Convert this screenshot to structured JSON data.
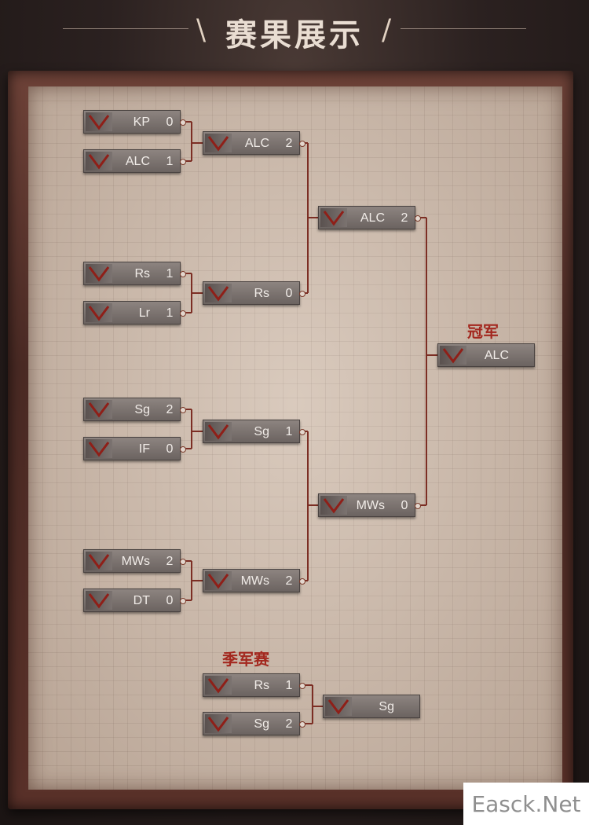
{
  "header": {
    "title": "赛果展示",
    "left_flourish": "\\",
    "right_flourish": "/"
  },
  "labels": {
    "champion": "冠军",
    "third_place": "季军赛"
  },
  "bracket": {
    "round1": [
      {
        "team": "KP",
        "score": "0"
      },
      {
        "team": "ALC",
        "score": "1"
      },
      {
        "team": "Rs",
        "score": "1"
      },
      {
        "team": "Lr",
        "score": "1"
      },
      {
        "team": "Sg",
        "score": "2"
      },
      {
        "team": "IF",
        "score": "0"
      },
      {
        "team": "MWs",
        "score": "2"
      },
      {
        "team": "DT",
        "score": "0"
      }
    ],
    "round2": [
      {
        "team": "ALC",
        "score": "2"
      },
      {
        "team": "Rs",
        "score": "0"
      },
      {
        "team": "Sg",
        "score": "1"
      },
      {
        "team": "MWs",
        "score": "2"
      }
    ],
    "semis": [
      {
        "team": "ALC",
        "score": "2"
      },
      {
        "team": "MWs",
        "score": "0"
      }
    ],
    "champion": {
      "team": "ALC"
    },
    "third_place": [
      {
        "team": "Rs",
        "score": "1"
      },
      {
        "team": "Sg",
        "score": "2"
      }
    ],
    "third_winner": {
      "team": "Sg"
    }
  },
  "watermark": "Easck.Net",
  "colors": {
    "accent": "#a3281f",
    "line": "#7c2e24",
    "box": "#7b7370"
  }
}
